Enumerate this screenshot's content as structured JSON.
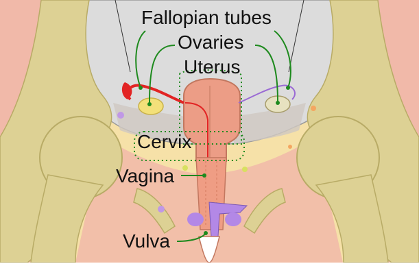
{
  "labels": {
    "fallopian_tubes": "Fallopian tubes",
    "ovaries": "Ovaries",
    "uterus": "Uterus",
    "cervix": "Cervix",
    "vagina": "Vagina",
    "vulva": "Vulva"
  },
  "colors": {
    "skin": "#f6e1a8",
    "muscle": "#f1b9a9",
    "bone": "#ddd194",
    "pelvic_cavity": "#d8d8d8",
    "uterus_fill": "#ec9d86",
    "tube_red": "#e22424",
    "leader_green": "#1e8a1e",
    "vulva_purple": "#b388e6"
  }
}
